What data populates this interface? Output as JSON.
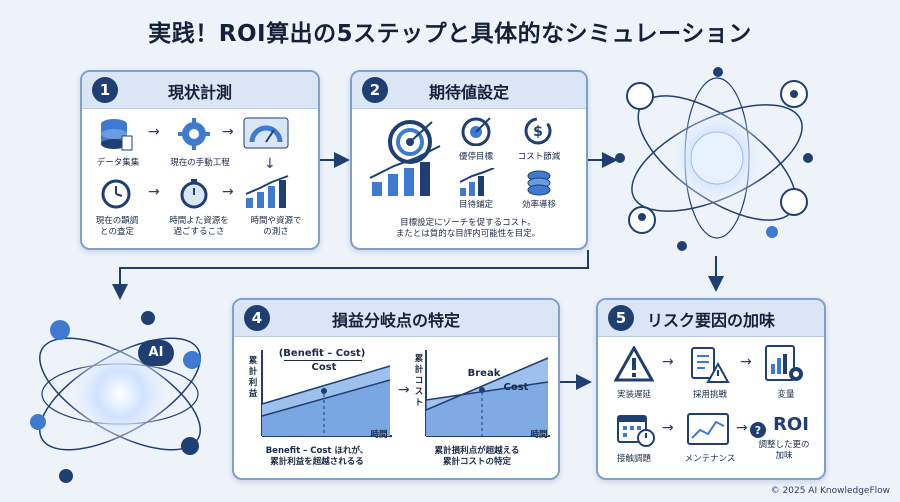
{
  "title": "実践！ROI算出の5ステップと具体的なシミュレーション",
  "step1": {
    "num": "1",
    "title": "現状計測",
    "items": [
      "データ集集",
      "現在の手動工程",
      "現在の顕調\nとの査定",
      "時間よた資源を\n過ごするこさ",
      "時間や資源で\nの測さ"
    ]
  },
  "step2": {
    "num": "2",
    "title": "期待値設定",
    "items": [
      "優停目標",
      "コスト節減",
      "目待鋪定",
      "効率導移"
    ],
    "note": "目標設定にゾーチを促するコスト。\nまたとは質的な目評内可能性を目定。"
  },
  "step4": {
    "num": "4",
    "title": "損益分岐点の特定",
    "chart1": {
      "ylabel": "累計利益",
      "formula_top": "(Benefit – Cost)",
      "formula_bottom": "Cost",
      "xlabel": "時間"
    },
    "chart2": {
      "ylabel": "累計コスト",
      "break_label": "Break",
      "cost_label": "Cost",
      "xlabel": "時間"
    },
    "note1": "Benefit – Cost ほれが、\n累計利益を超越されるる",
    "note2": "累計損利点が超越える\n累計コストの特定"
  },
  "step5": {
    "num": "5",
    "title": "リスク要因の加味",
    "items": [
      "実装遅延",
      "採用挑戦",
      "変量",
      "接触調題",
      "メンテナンス",
      "調整した更の\n加味"
    ],
    "roi": "ROI"
  },
  "orb2": {
    "label": "AI"
  },
  "footer": "© 2025 AI KnowledgeFlow",
  "colors": {
    "primary": "#1f3f73",
    "accent": "#3f7ad1",
    "light": "#dae6f6"
  }
}
